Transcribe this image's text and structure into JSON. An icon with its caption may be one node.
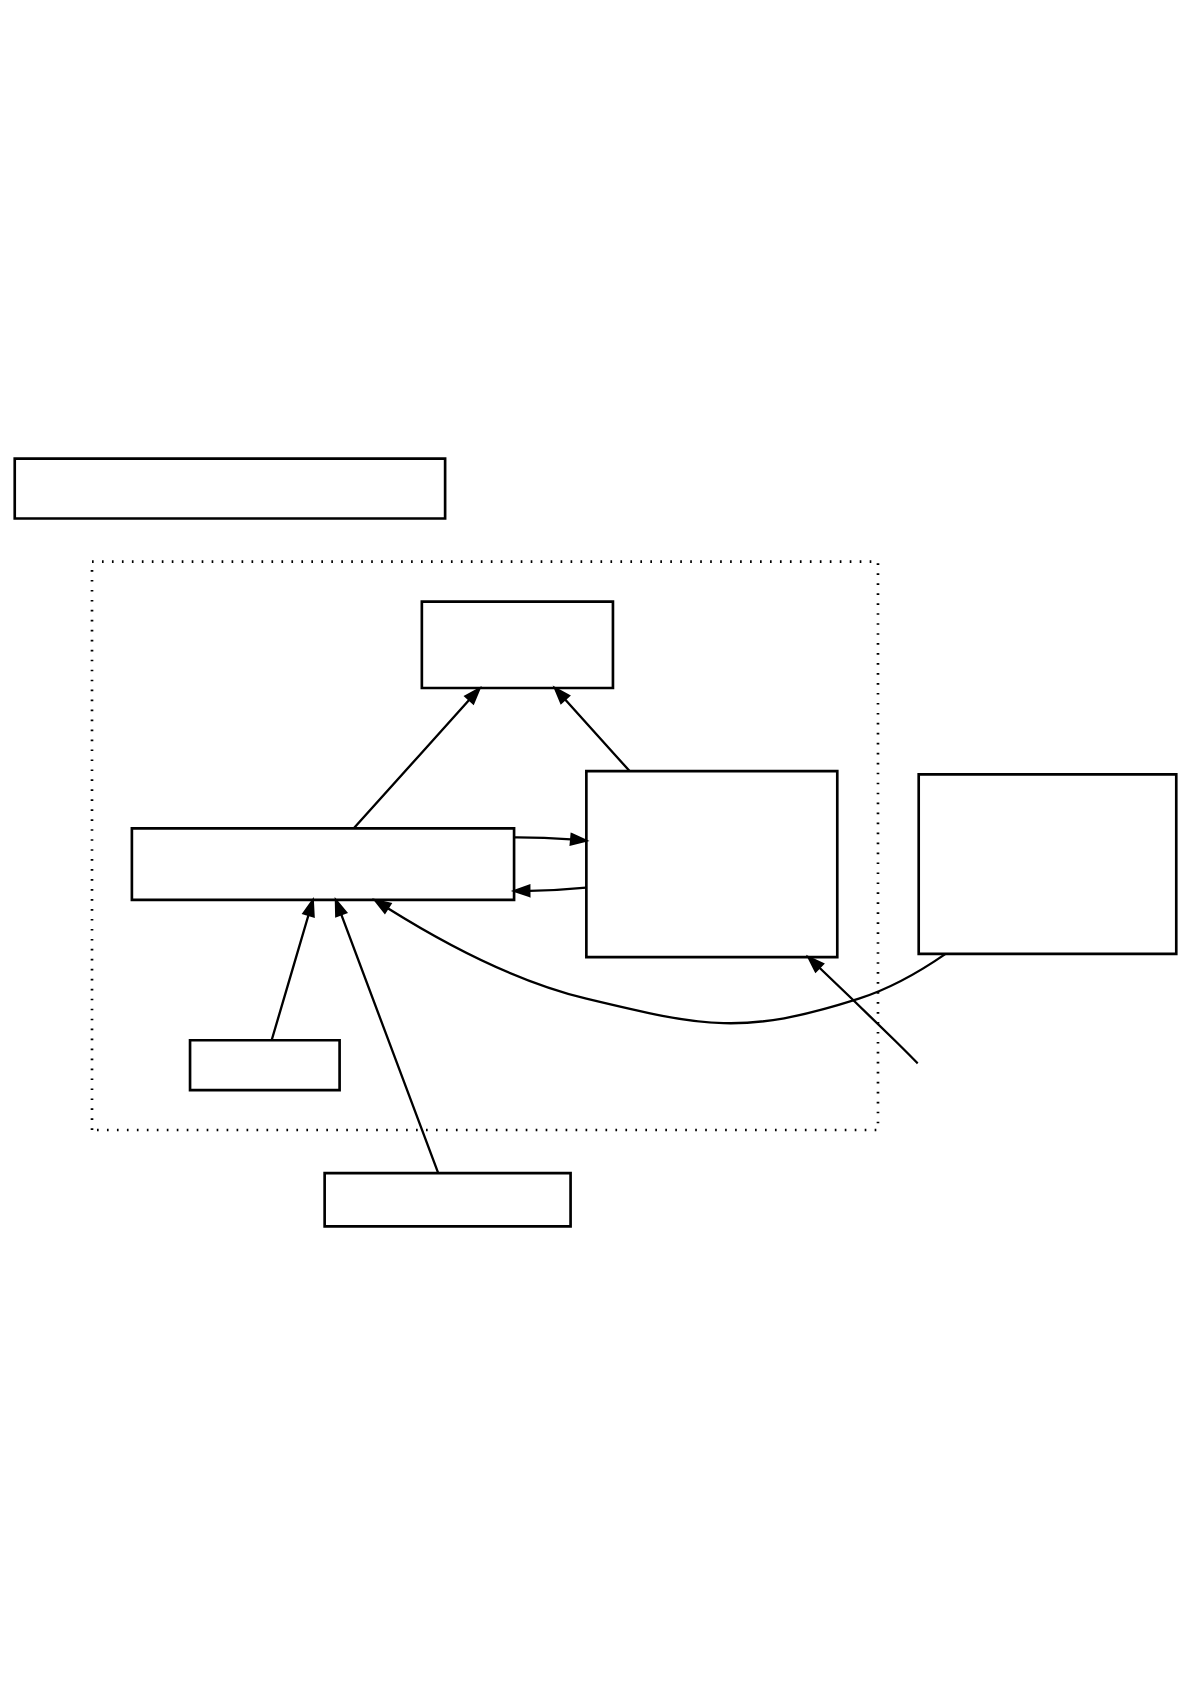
{
  "diagram": {
    "nodes": [
      {
        "text": [],
        "shape": "box"
      },
      {
        "text": [],
        "shape": "box"
      },
      {
        "text": [],
        "shape": "box",
        "in": 1
      },
      {
        "text": [],
        "shape": "box",
        "in": 1
      },
      {
        "text": [],
        "shape": "box",
        "in": 1
      },
      {
        "text": [],
        "shape": "box",
        "in": 1
      },
      {
        "text": [],
        "shape": "box"
      },
      {
        "text": [],
        "shape": "box"
      }
    ],
    "edges": [
      {
        "from": 3,
        "to": 2,
        "arrow": "to"
      },
      {
        "from": 4,
        "to": 2,
        "arrow": "to"
      },
      {
        "from": 4,
        "to": 3,
        "arrow": "to"
      },
      {
        "from": 3,
        "to": 4,
        "arrow": "to"
      },
      {
        "from": 5,
        "to": 4,
        "arrow": "to"
      },
      {
        "from": 6,
        "to": 4,
        "arrow": "to"
      },
      {
        "from": null,
        "to": 3,
        "arrow": "to"
      },
      {
        "from": 7,
        "to": 4,
        "arrow": "to"
      }
    ]
  }
}
